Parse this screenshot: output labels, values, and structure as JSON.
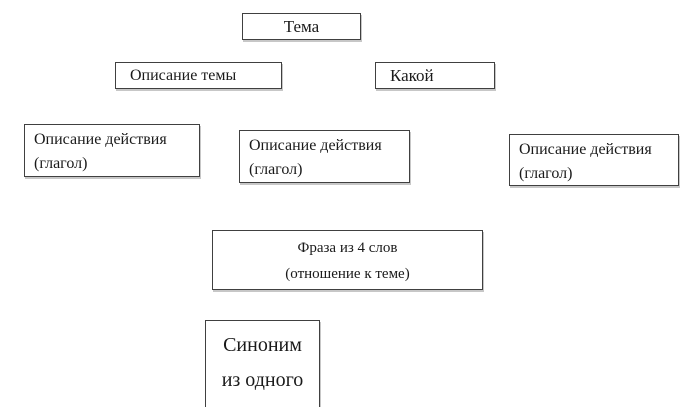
{
  "diagram": {
    "description": "Cinquain (sinkwine) template diagram with labeled boxes, Russian language",
    "boxes": {
      "tema": {
        "label": "Тема"
      },
      "opisanie_temy": {
        "label": "Описание темы"
      },
      "kakoy": {
        "label": "Какой"
      },
      "action1": {
        "line1": "Описание действия",
        "line2": "(глагол)"
      },
      "action2": {
        "line1": "Описание действия",
        "line2": "(глагол)"
      },
      "action3": {
        "line1": "Описание действия",
        "line2": "(глагол)"
      },
      "phrase": {
        "line1": "Фраза из 4 слов",
        "line2": "(отношение к теме)"
      },
      "synonym": {
        "line1": "Синоним",
        "line2": "из одного"
      }
    },
    "colors": {
      "background": "#ffffff",
      "box_fill": "#ffffff",
      "border": "#404040",
      "text": "#1a1a1a"
    }
  }
}
